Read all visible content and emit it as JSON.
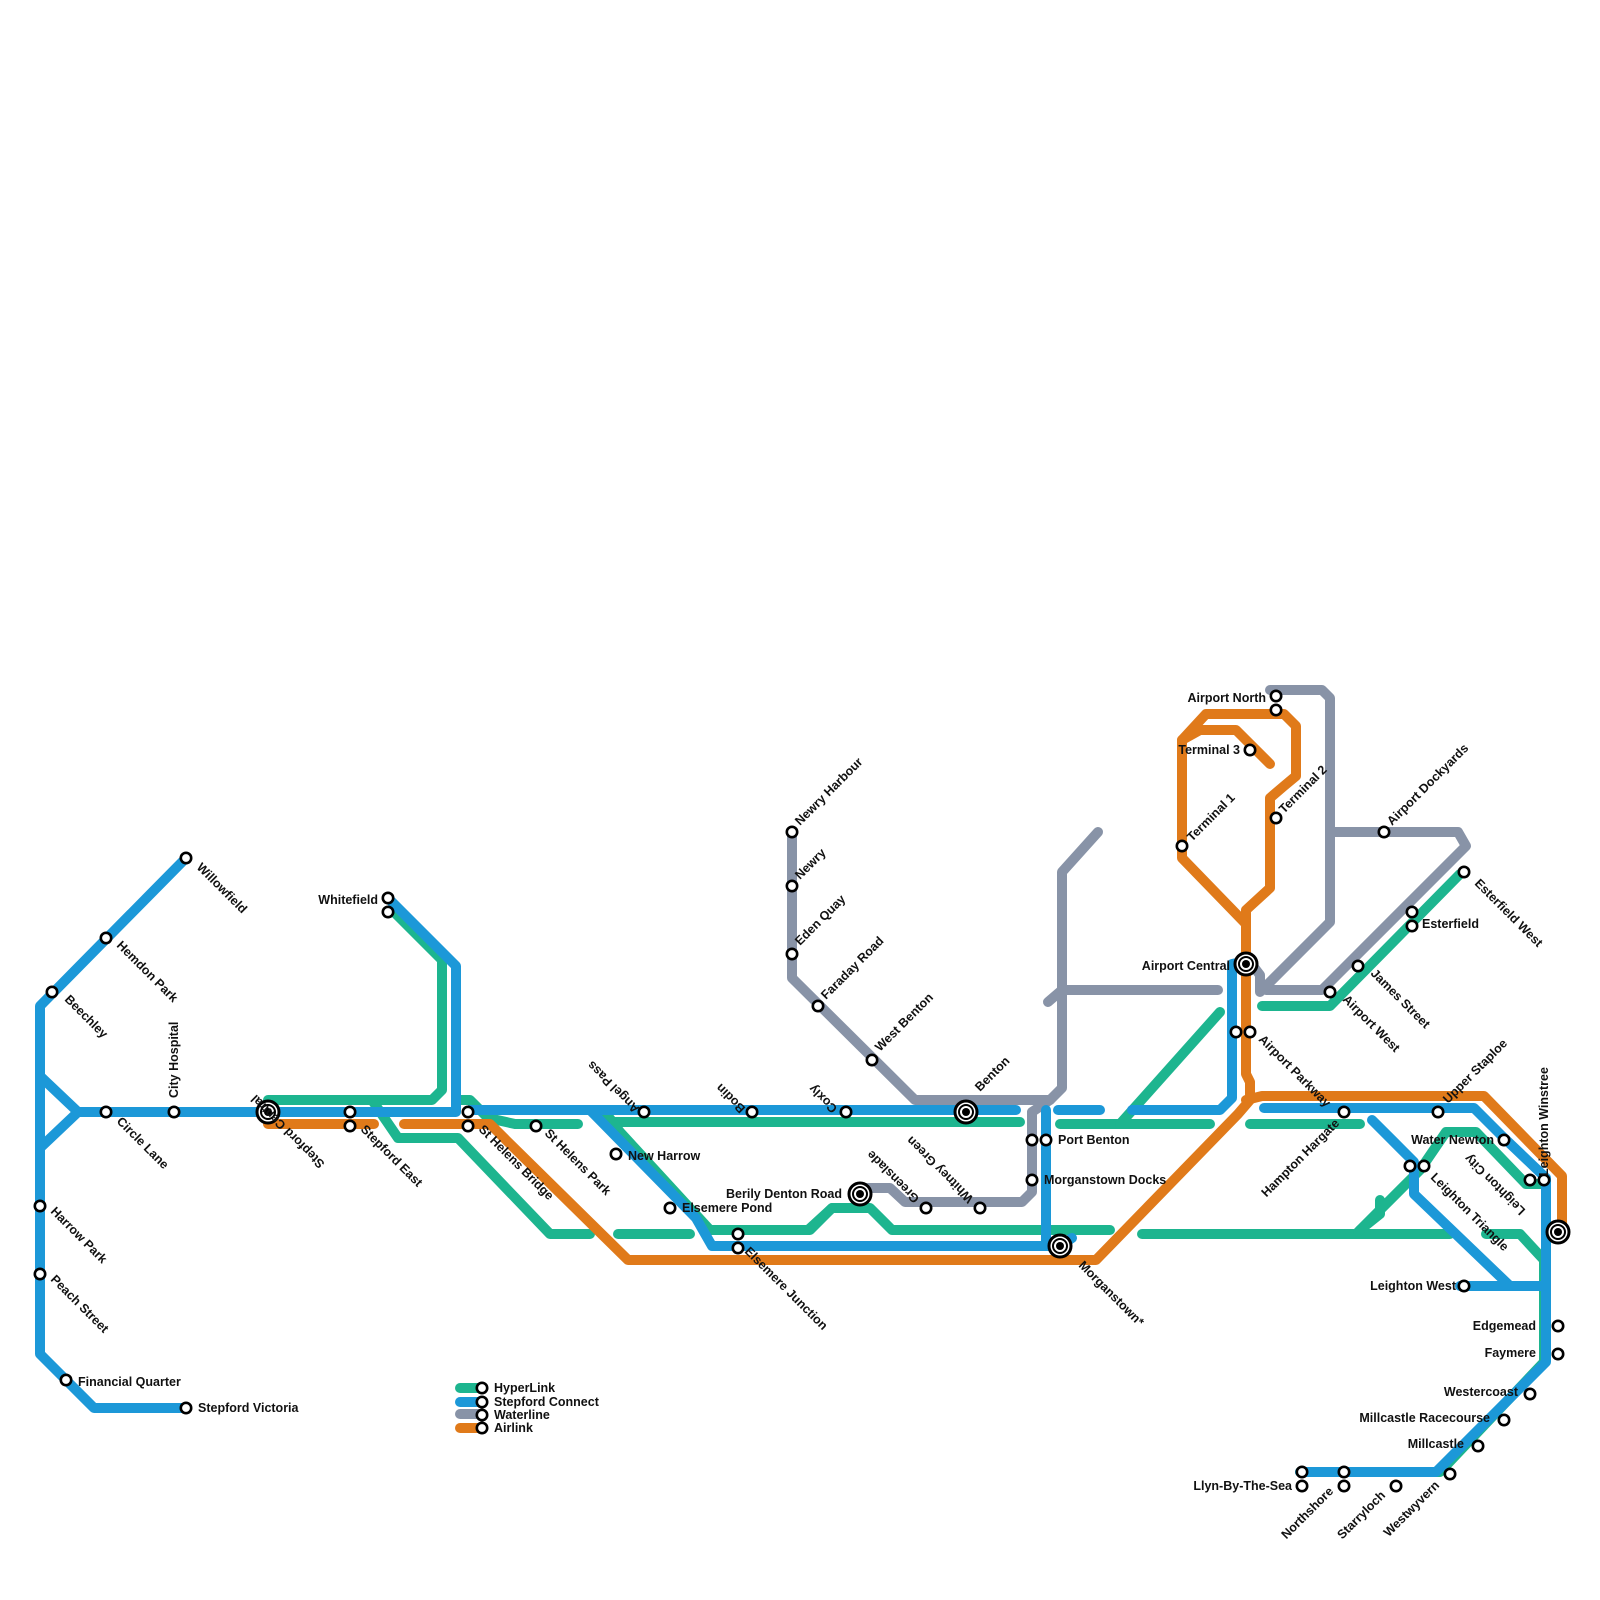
{
  "colors": {
    "hyperlink": "#1db58f",
    "stepford_connect": "#1c98d8",
    "waterline": "#8893a7",
    "airlink": "#e07a1a"
  },
  "legend": [
    {
      "id": "hyperlink",
      "label": "HyperLink"
    },
    {
      "id": "stepford_connect",
      "label": "Stepford Connect"
    },
    {
      "id": "waterline",
      "label": "Waterline"
    },
    {
      "id": "airlink",
      "label": "Airlink"
    }
  ],
  "stations": {
    "willowfield": "Willowfield",
    "hemdon_park": "Hemdon Park",
    "beechley": "Beechley",
    "circle_lane": "Circle Lane",
    "city_hospital": "City Hospital",
    "stepford_central": "Stepford Central",
    "harrow_park": "Harrow Park",
    "peach_street": "Peach Street",
    "financial_quarter": "Financial Quarter",
    "stepford_victoria": "Stepford Victoria",
    "whitefield": "Whitefield",
    "stepford_east": "Stepford East",
    "st_helens_bridge": "St Helens Bridge",
    "st_helens_park": "St Helens Park",
    "angel_pass": "Angel Pass",
    "new_harrow": "New Harrow",
    "elsemere_pond": "Elsemere Pond",
    "elsemere_junction": "Elsemere Junction",
    "bodin": "Bodin",
    "coxly": "Coxly",
    "newry_harbour": "Newry Harbour",
    "newry": "Newry",
    "eden_quay": "Eden Quay",
    "faraday_road": "Faraday Road",
    "west_benton": "West Benton",
    "benton": "Benton",
    "berily_denton_road": "Berily Denton Road",
    "greenslade": "Greenslade",
    "whitney_green": "Whitney Green",
    "port_benton": "Port Benton",
    "morganstown_docks": "Morganstown Docks",
    "morganstown": "Morganstown*",
    "airport_north": "Airport North",
    "terminal_3": "Terminal 3",
    "terminal_1": "Terminal 1",
    "terminal_2": "Terminal 2",
    "airport_central": "Airport Central",
    "airport_parkway": "Airport Parkway",
    "airport_west": "Airport West",
    "airport_dockyards": "Airport Dockyards",
    "esterfield_west": "Esterfield West",
    "esterfield": "Esterfield",
    "james_street": "James Street",
    "hampton_hargate": "Hampton Hargate",
    "upper_staploe": "Upper Staploe",
    "water_newton": "Water Newton",
    "leighton_winstree": "Leighton Winstree",
    "leighton_city": "Leighton City",
    "leighton_triangle": "Leighton Triangle",
    "leighton_west": "Leighton West",
    "edgemead": "Edgemead",
    "faymere": "Faymere",
    "westercoast": "Westercoast",
    "millcastle_racecourse": "Millcastle Racecourse",
    "millcastle": "Millcastle",
    "westwyvern": "Westwyvern",
    "starryloch": "Starryloch",
    "northshore": "Northshore",
    "llyn_by_the_sea": "Llyn-By-The-Sea"
  }
}
